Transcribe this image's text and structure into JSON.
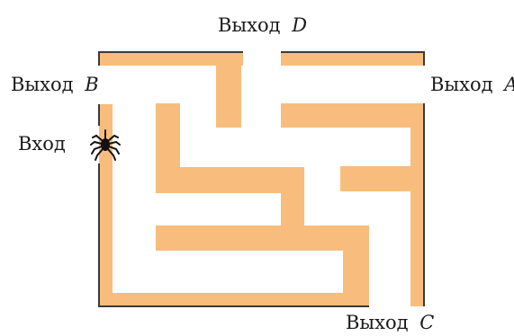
{
  "labels": {
    "exit_d": {
      "word": "Выход",
      "letter": "D"
    },
    "exit_b": {
      "word": "Выход",
      "letter": "B"
    },
    "exit_a": {
      "word": "Выход",
      "letter": "A"
    },
    "exit_c": {
      "word": "Выход",
      "letter": "C"
    },
    "entrance": "Вход"
  },
  "colors": {
    "wall": "#f8bd7c",
    "outline": "#3a3a3a",
    "text": "#1a1a1a"
  },
  "icons": {
    "start_marker": "spider-icon"
  }
}
